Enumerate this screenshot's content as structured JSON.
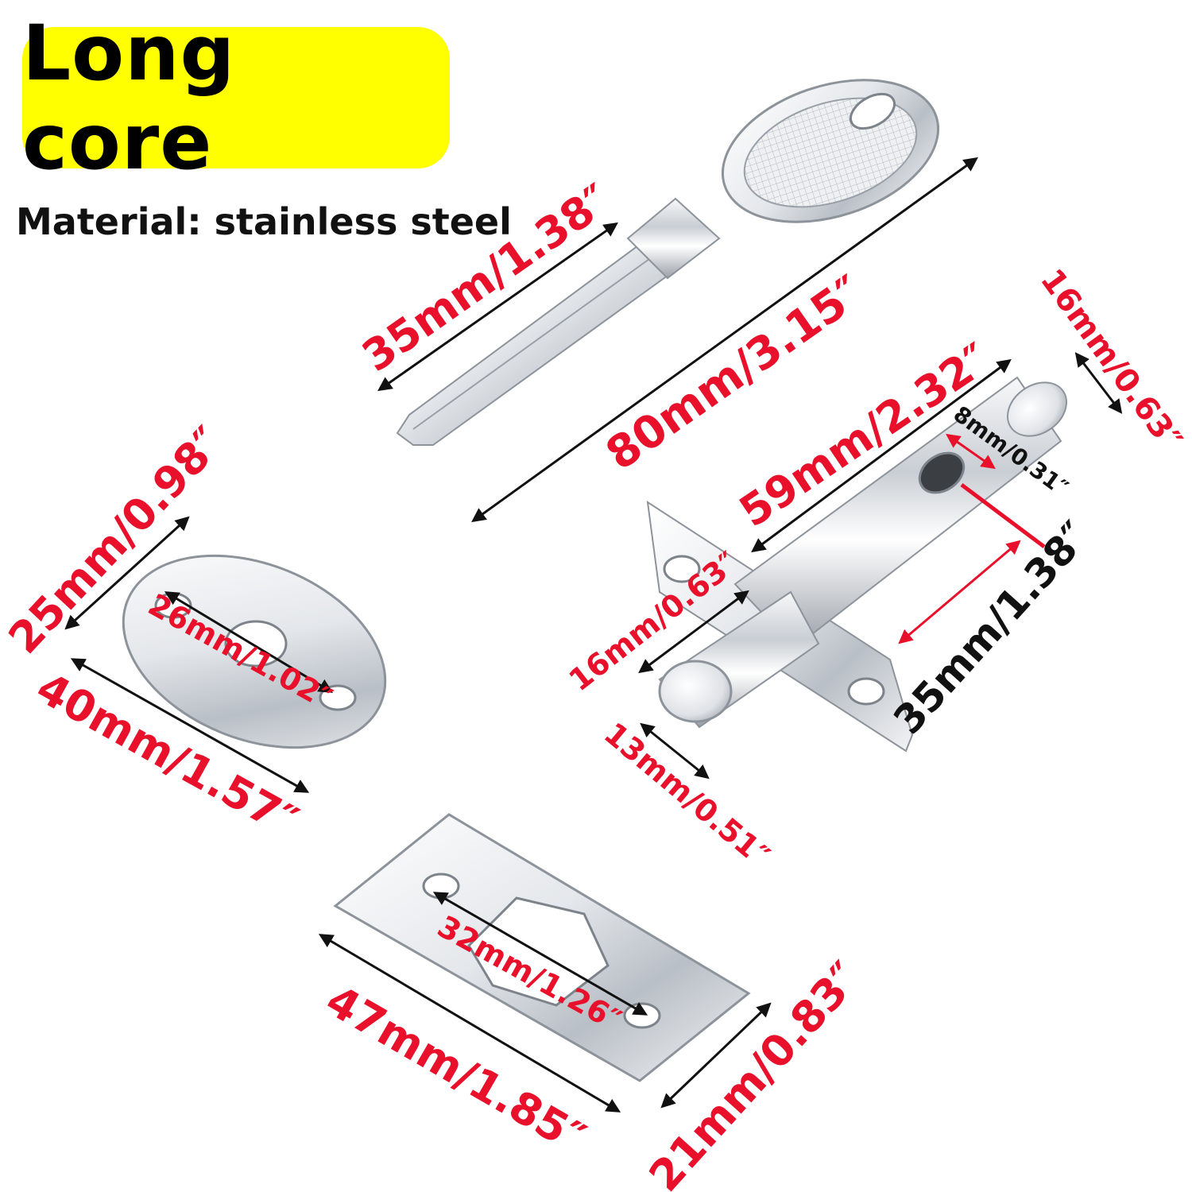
{
  "title": "Long core",
  "material": "Material: stainless steel",
  "colors": {
    "badge": "#ffff00",
    "dimension_red": "#e8102a",
    "dimension_black": "#111111",
    "steel_light": "#f4f5f7",
    "steel_dark": "#9aa0a8"
  },
  "dimensions": {
    "key_blade": "35mm/1.38″",
    "key_total": "80mm/3.15″",
    "bolt_body": "59mm/2.32″",
    "bolt_diameter_end": "16mm/0.63″",
    "bolt_hole": "8mm/0.31″",
    "bolt_pin_offset": "35mm/1.38″",
    "bolt_diameter_front": "16mm/0.63″",
    "bolt_pin": "13mm/0.51″",
    "oval_width": "25mm/0.98″",
    "oval_holes": "26mm/1.02″",
    "oval_length": "40mm/1.57″",
    "strike_holes": "32mm/1.26″",
    "strike_length": "47mm/1.85″",
    "strike_width": "21mm/0.83″"
  }
}
